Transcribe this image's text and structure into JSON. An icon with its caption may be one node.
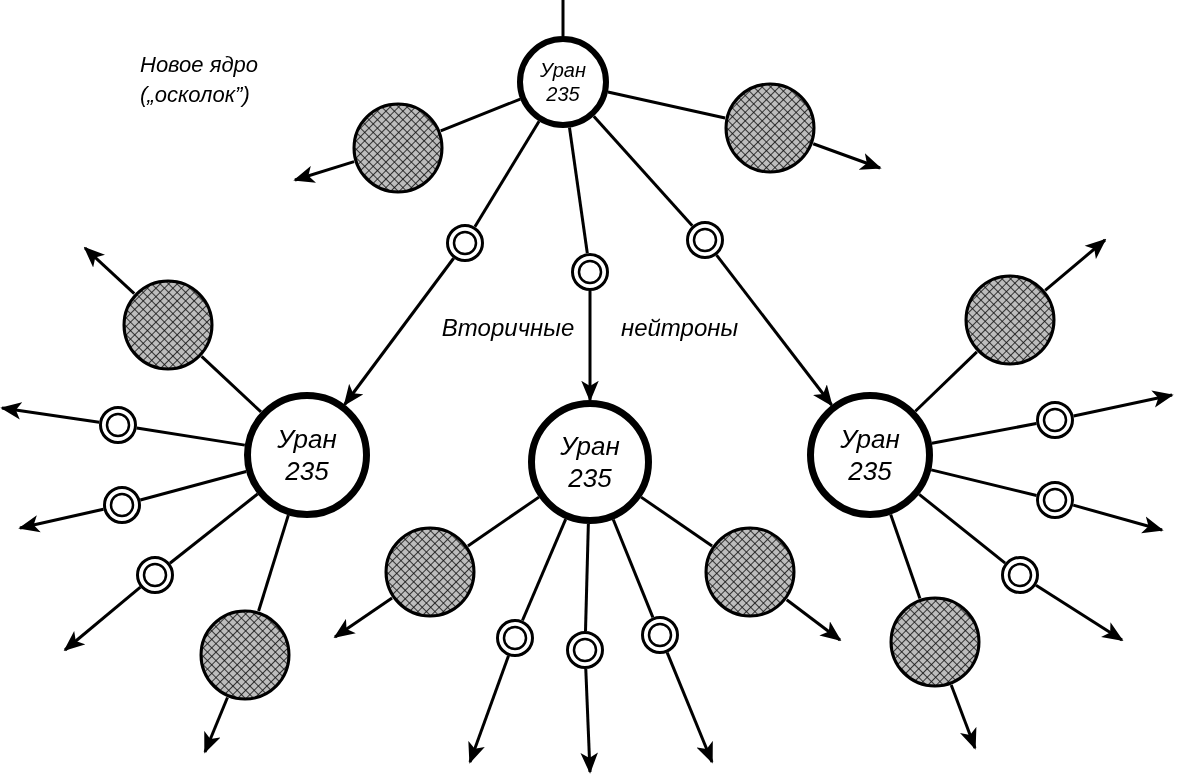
{
  "diagram": {
    "nodes": [
      {
        "text": [
          "Уран 235"
        ]
      },
      {
        "text": [],
        "shape": "circle"
      },
      {
        "text": [],
        "shape": "circle"
      },
      {
        "text": [],
        "shape": "circle"
      },
      {
        "text": [],
        "shape": "circle"
      },
      {
        "text": [],
        "shape": "circle"
      },
      {
        "text": [
          "Уран 235"
        ]
      },
      {
        "text": [
          "Уран 235"
        ]
      },
      {
        "text": [
          "Уран 235"
        ]
      },
      {
        "text": [],
        "shape": "circle"
      },
      {
        "text": [],
        "shape": "circle"
      },
      {
        "text": [],
        "shape": "circle"
      },
      {
        "text": [],
        "shape": "circle"
      },
      {
        "text": [],
        "shape": "circle"
      },
      {
        "text": [],
        "shape": "circle"
      },
      {
        "text": [],
        "shape": "circle"
      },
      {
        "text": [],
        "shape": "circle"
      },
      {
        "text": [],
        "shape": "circle"
      },
      {
        "text": [],
        "shape": "circle"
      },
      {
        "text": [],
        "shape": "circle"
      },
      {
        "text": [],
        "shape": "circle"
      },
      {
        "text": [],
        "shape": "circle"
      },
      {
        "text": [],
        "shape": "circle"
      },
      {
        "text": [],
        "shape": "circle"
      }
    ],
    "edges": [
      {
        "from": null,
        "to": 0,
        "arrow": "none"
      },
      {
        "from": 0,
        "to": 1,
        "arrow": "none"
      },
      {
        "from": 1,
        "to": null,
        "arrow": "to"
      },
      {
        "from": 0,
        "to": 2,
        "arrow": "none"
      },
      {
        "from": 2,
        "to": null,
        "arrow": "to"
      },
      {
        "from": 0,
        "to": 3,
        "arrow": "none"
      },
      {
        "from": 3,
        "to": 6,
        "arrow": "to"
      },
      {
        "from": 0,
        "to": 4,
        "arrow": "none"
      },
      {
        "from": 4,
        "to": 7,
        "arrow": "to"
      },
      {
        "from": 0,
        "to": 5,
        "arrow": "none"
      },
      {
        "from": 5,
        "to": 8,
        "arrow": "to"
      },
      {
        "from": 6,
        "to": 9,
        "arrow": "none"
      },
      {
        "from": 9,
        "to": null,
        "arrow": "to"
      },
      {
        "from": 6,
        "to": 10,
        "arrow": "none"
      },
      {
        "from": 10,
        "to": null,
        "arrow": "to"
      },
      {
        "from": 6,
        "to": 11,
        "arrow": "none"
      },
      {
        "from": 11,
        "to": null,
        "arrow": "to"
      },
      {
        "from": 6,
        "to": 12,
        "arrow": "none"
      },
      {
        "from": 12,
        "to": null,
        "arrow": "to"
      },
      {
        "from": 6,
        "to": 13,
        "arrow": "none"
      },
      {
        "from": 13,
        "to": null,
        "arrow": "to"
      },
      {
        "from": 7,
        "to": 14,
        "arrow": "none"
      },
      {
        "from": 14,
        "to": null,
        "arrow": "to"
      },
      {
        "from": 7,
        "to": 15,
        "arrow": "none"
      },
      {
        "from": 15,
        "to": null,
        "arrow": "to"
      },
      {
        "from": 7,
        "to": 16,
        "arrow": "none"
      },
      {
        "from": 16,
        "to": null,
        "arrow": "to"
      },
      {
        "from": 7,
        "to": 17,
        "arrow": "none"
      },
      {
        "from": 17,
        "to": null,
        "arrow": "to"
      },
      {
        "from": 7,
        "to": 18,
        "arrow": "none"
      },
      {
        "from": 18,
        "to": null,
        "arrow": "to"
      },
      {
        "from": 8,
        "to": 19,
        "arrow": "none"
      },
      {
        "from": 19,
        "to": null,
        "arrow": "to"
      },
      {
        "from": 8,
        "to": 20,
        "arrow": "none"
      },
      {
        "from": 20,
        "to": null,
        "arrow": "to"
      },
      {
        "from": 8,
        "to": 21,
        "arrow": "none"
      },
      {
        "from": 21,
        "to": null,
        "arrow": "to"
      },
      {
        "from": 8,
        "to": 22,
        "arrow": "none"
      },
      {
        "from": 22,
        "to": null,
        "arrow": "to"
      },
      {
        "from": 8,
        "to": 23,
        "arrow": "none"
      },
      {
        "from": 23,
        "to": null,
        "arrow": "to"
      }
    ],
    "labels": [
      "Новое ядро („осколок”)",
      "Вторичные нейтроны"
    ]
  }
}
